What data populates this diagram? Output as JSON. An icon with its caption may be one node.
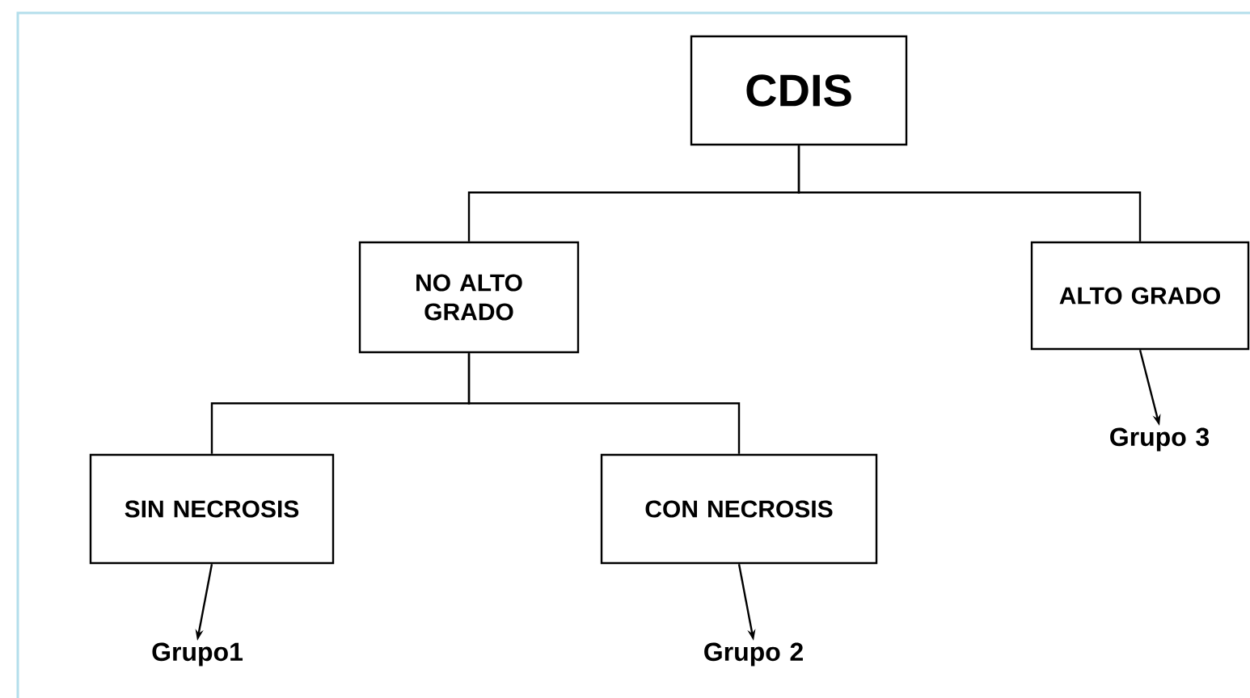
{
  "diagram": {
    "nodes": [
      {
        "text": [
          "CDIS"
        ]
      },
      {
        "text": [
          "NO ALTO GRADO"
        ]
      },
      {
        "text": [
          "ALTO GRADO"
        ]
      },
      {
        "text": [
          "SIN NECROSIS"
        ]
      },
      {
        "text": [
          "CON NECROSIS"
        ]
      },
      {
        "text": [
          "Grupo1"
        ]
      },
      {
        "text": [
          "Grupo 2"
        ]
      },
      {
        "text": [
          "Grupo 3"
        ]
      }
    ],
    "edges": [
      {
        "from": 0,
        "to": 1,
        "arrow": "none"
      },
      {
        "from": 0,
        "to": 2,
        "arrow": "none"
      },
      {
        "from": 1,
        "to": 3,
        "arrow": "none"
      },
      {
        "from": 1,
        "to": 4,
        "arrow": "none"
      },
      {
        "from": 3,
        "to": 5,
        "arrow": "to"
      },
      {
        "from": 4,
        "to": 6,
        "arrow": "to"
      },
      {
        "from": 2,
        "to": 7,
        "arrow": "to"
      }
    ]
  }
}
